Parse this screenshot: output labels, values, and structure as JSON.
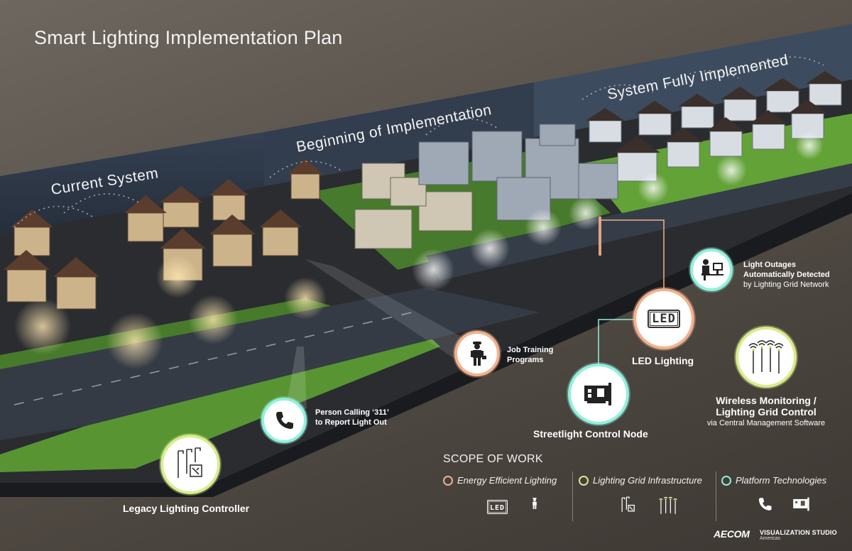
{
  "title": "Smart Lighting Implementation Plan",
  "sections": {
    "current": "Current System",
    "beginning": "Beginning of Implementation",
    "full": "System Fully Implemented"
  },
  "callouts": {
    "legacy": "Legacy Lighting Controller",
    "person_calling_1": "Person Calling ‘311’",
    "person_calling_2": "to Report Light Out",
    "job_training_1": "Job Training",
    "job_training_2": "Programs",
    "led_lighting": "LED Lighting",
    "led_badge": "LED",
    "control_node": "Streetlight Control Node",
    "outages_1": "Light Outages",
    "outages_2": "Automatically Detected",
    "outages_3": "by Lighting Grid Network",
    "wireless_1": "Wireless Monitoring /",
    "wireless_2": "Lighting Grid Control",
    "wireless_3": "via Central Management Software"
  },
  "scope": {
    "title": "SCOPE OF WORK",
    "items": [
      {
        "label": "Energy Efficient Lighting",
        "color": "#f3b08c"
      },
      {
        "label": "Lighting Grid Infrastructure",
        "color": "#d7ec8a"
      },
      {
        "label": "Platform Technologies",
        "color": "#8ef0dc"
      }
    ],
    "led_badge": "LED"
  },
  "logos": {
    "aecom": "AECOM",
    "viz": "VISUALIZATION STUDIO",
    "viz_sub": "Americas"
  },
  "colors": {
    "energy": "#f3b08c",
    "grid": "#d7ec8a",
    "platform": "#8ef0dc"
  }
}
